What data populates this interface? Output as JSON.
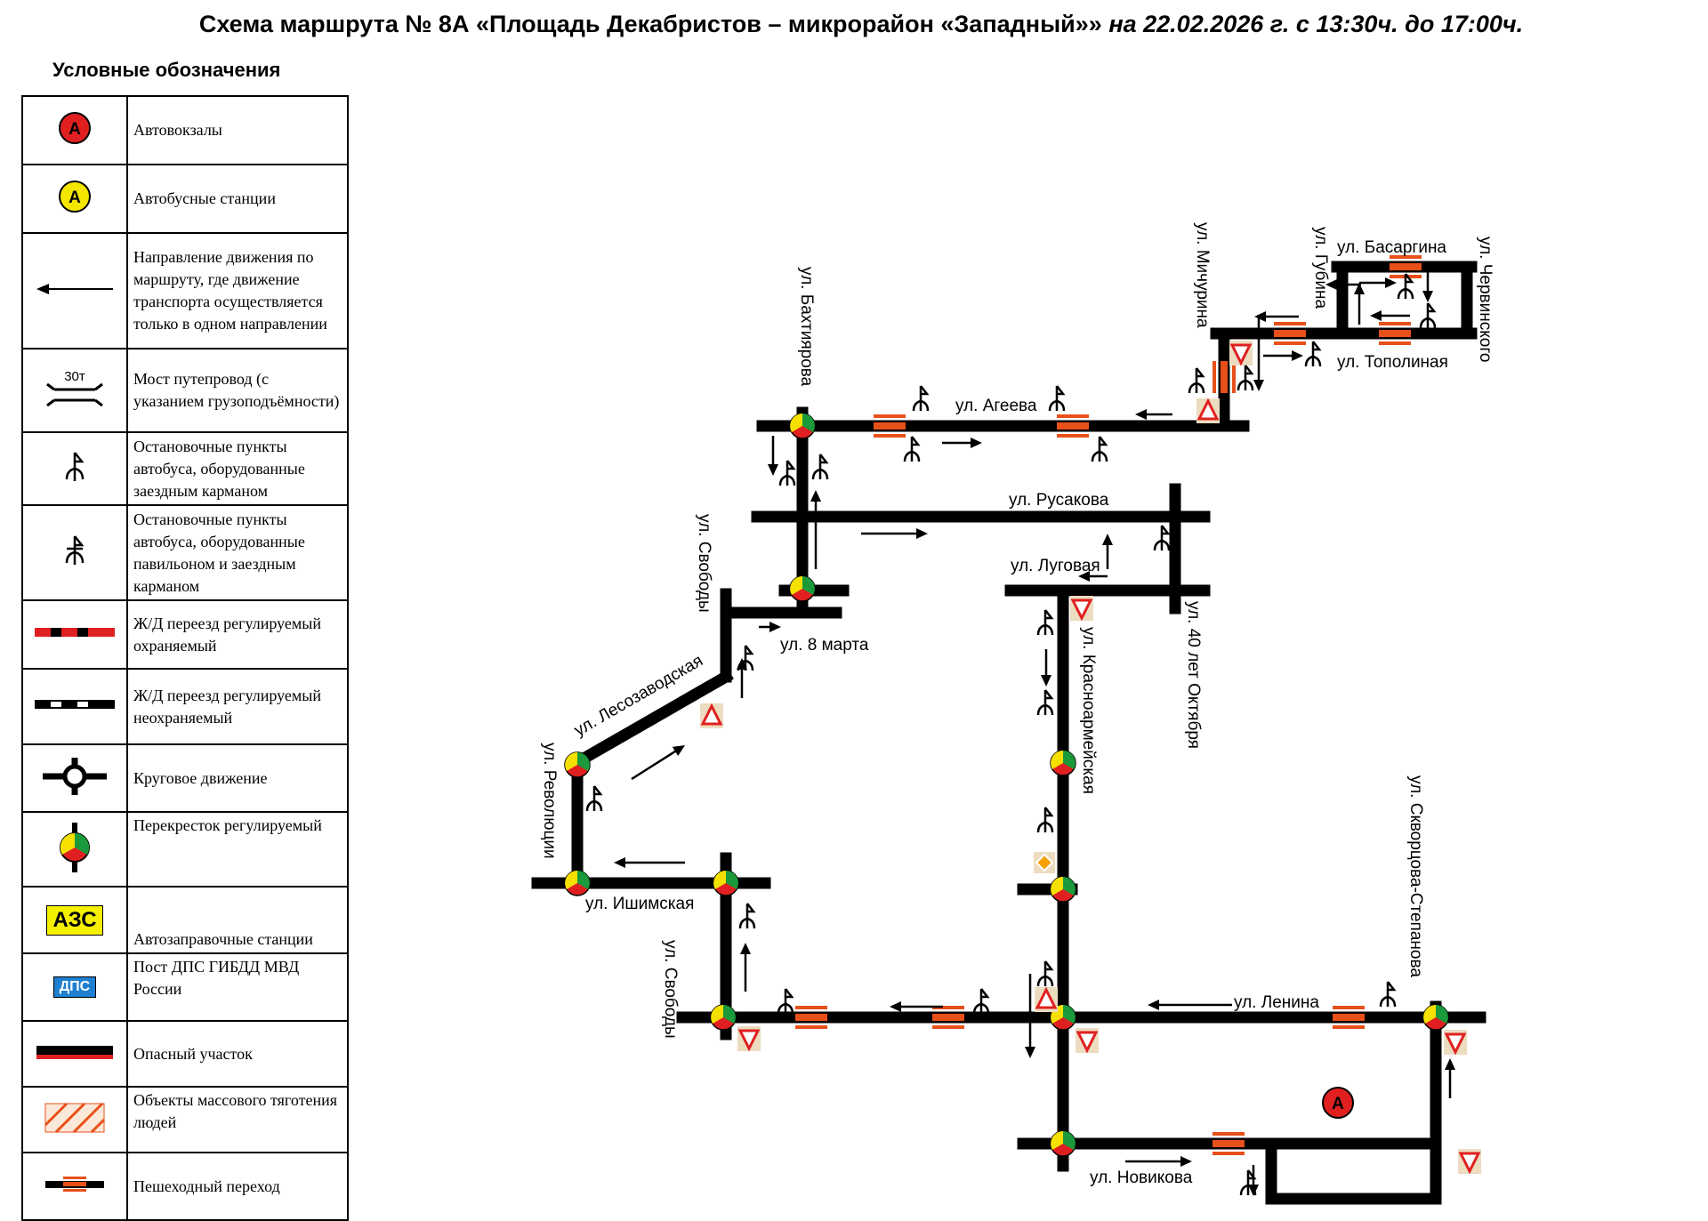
{
  "title": {
    "main": "Схема маршрута № 8А «Площадь Декабристов – микрорайон «Западный»»",
    "date": "на 22.02.2026 г. с 13:30ч. до 17:00ч."
  },
  "legend": {
    "title": "Условные обозначения",
    "items": [
      {
        "icon": "bus-terminal-icon",
        "label": "Автовокзалы"
      },
      {
        "icon": "bus-station-icon",
        "label": "Автобусные станции"
      },
      {
        "icon": "one-way-arrow-icon",
        "label": "Направление движения по маршруту, где движение транспорта осуществляется только в одном направлении"
      },
      {
        "icon": "bridge-icon",
        "label": "Мост путепровод (с указанием грузоподъёмности)",
        "icon_text": "30т"
      },
      {
        "icon": "bus-stop-pocket-icon",
        "label": "Остановочные пункты автобуса, оборудованные заездным карманом"
      },
      {
        "icon": "bus-stop-pavilion-icon",
        "label": "Остановочные пункты автобуса, оборудованные павильоном и заездным карманом"
      },
      {
        "icon": "guarded-railway-crossing-icon",
        "label": "Ж/Д переезд регулируемый охраняемый"
      },
      {
        "icon": "unguarded-railway-crossing-icon",
        "label": "Ж/Д переезд регулируемый неохраняемый"
      },
      {
        "icon": "roundabout-icon",
        "label": "Круговое движение"
      },
      {
        "icon": "traffic-light-icon",
        "label": "Перекресток регулируемый"
      },
      {
        "icon": "gas-station-icon",
        "label": "Автозаправочные станции",
        "icon_text": "АЗС"
      },
      {
        "icon": "police-post-icon",
        "label": "Пост ДПС ГИБДД МВД России",
        "icon_text": "ДПС"
      },
      {
        "icon": "dangerous-section-icon",
        "label": "Опасный участок"
      },
      {
        "icon": "crowd-objects-icon",
        "label": "Объекты массового тяготения людей"
      },
      {
        "icon": "pedestrian-crossing-icon",
        "label": "Пешеходный переход"
      }
    ],
    "terminal_letter": "А"
  },
  "streets": {
    "bakhtiyarova": "ул. Бахтиярова",
    "ageeva": "ул. Агеева",
    "rusakova": "ул. Русакова",
    "lugovaya": "ул. Луговая",
    "march8": "ул. 8 марта",
    "svobody_upper": "ул. Свободы",
    "lesozavodskaya": "ул. Лесозаводская",
    "revolyutsii": "ул. Революции",
    "ishimskaya": "ул. Ишимская",
    "svobody_lower": "ул. Свободы",
    "lenina": "ул. Ленина",
    "novikova": "ул. Новикова",
    "krasnoarmeyskaya": "ул. Красноармейская",
    "oktyabrya40": "ул. 40 лет Октября",
    "skvortsova": "ул. Скворцова-Степанова",
    "michurina": "ул. Мичурина",
    "gubina": "ул. Губина",
    "basargina": "ул. Басаргина",
    "chervinskogo": "ул. Червинского",
    "topolinaya": "ул. Тополиная"
  },
  "colors": {
    "road": "#000000",
    "crossing": "#e8501a",
    "sign": "#e02020",
    "light_red": "#e02020",
    "light_green": "#1a9a3a",
    "light_yellow": "#f5e000"
  }
}
